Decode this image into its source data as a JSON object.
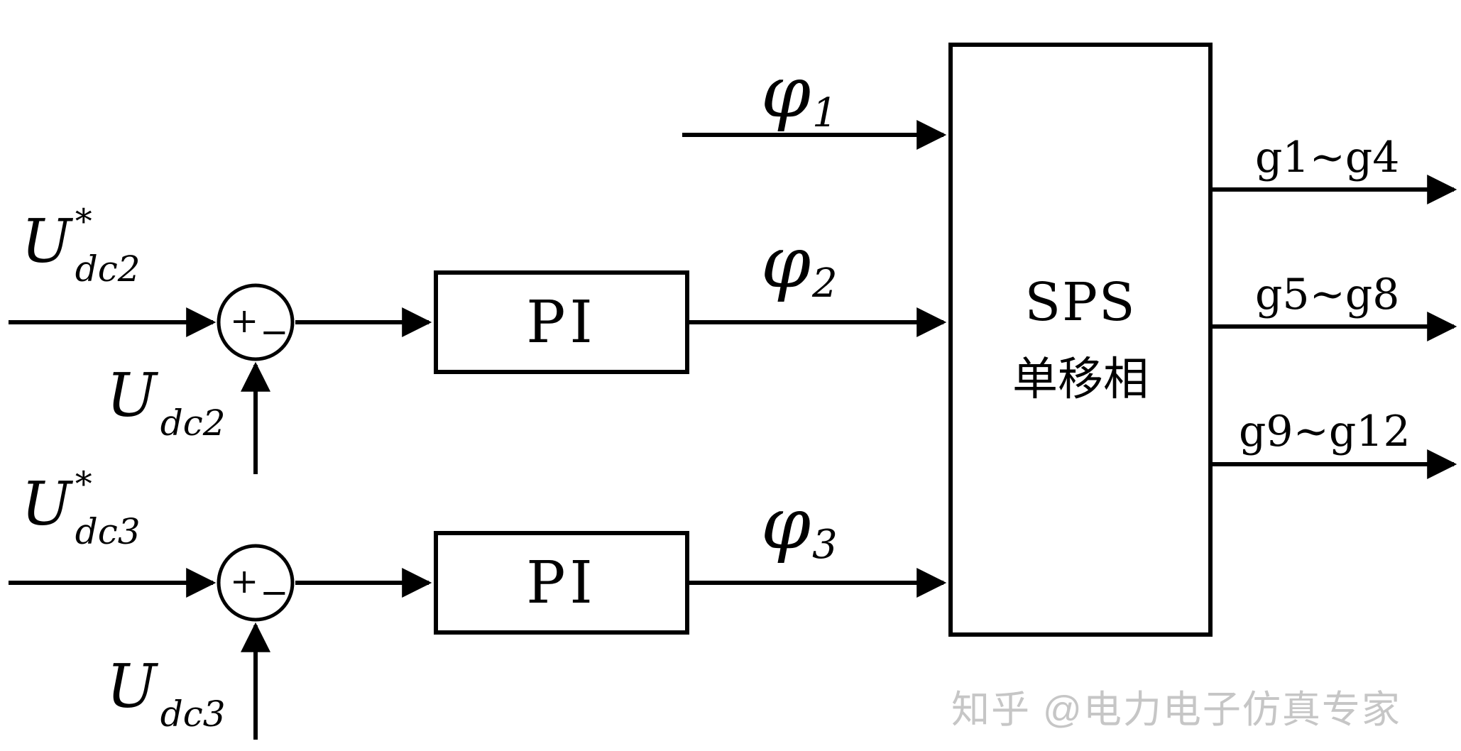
{
  "diagram": {
    "labels": {
      "u_ref2": {
        "base": "U",
        "sup": "*",
        "sub": "dc2"
      },
      "u_fb2": {
        "base": "U",
        "sub": "dc2"
      },
      "u_ref3": {
        "base": "U",
        "sup": "*",
        "sub": "dc3"
      },
      "u_fb3": {
        "base": "U",
        "sub": "dc3"
      },
      "phi1": {
        "base": "φ",
        "sub": "1"
      },
      "phi2": {
        "base": "φ",
        "sub": "2"
      },
      "phi3": {
        "base": "φ",
        "sub": "3"
      }
    },
    "sum_plus": "+",
    "sum_minus": "−",
    "pi1_label": "PI",
    "pi2_label": "PI",
    "sps": {
      "line1": "SPS",
      "line2": "单移相"
    },
    "outputs": [
      "g1~g4",
      "g5~g8",
      "g9~g12"
    ],
    "watermark": "知乎 @电力电子仿真专家",
    "colors": {
      "line": "#000000",
      "watermark": "#c6c6c6",
      "background": "#ffffff"
    }
  }
}
